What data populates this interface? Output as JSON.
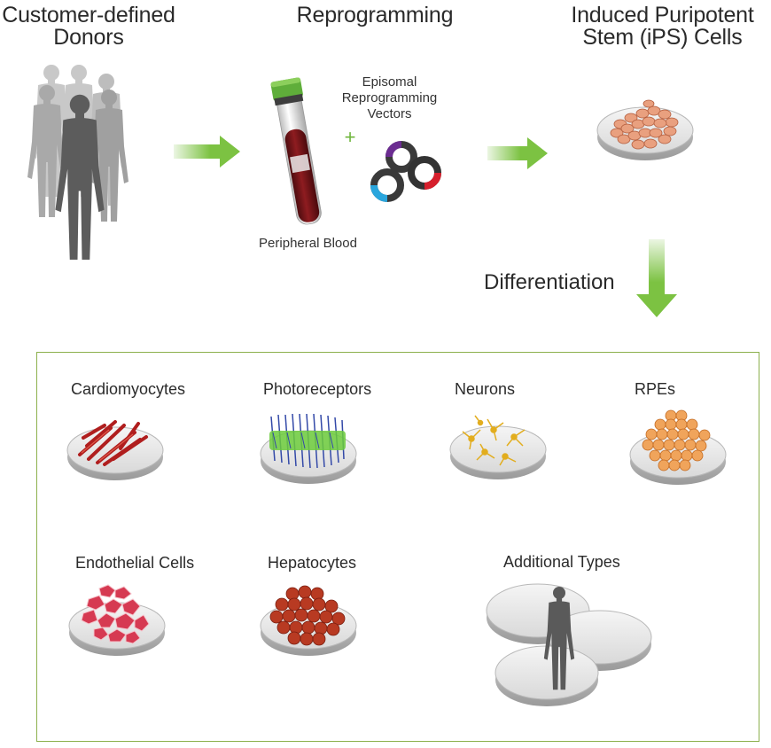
{
  "steps": {
    "donors_line1": "Customer-defined",
    "donors_line2": "Donors",
    "reprogramming": "Reprogramming",
    "ips_line1": "Induced Puripotent",
    "ips_line2": "Stem (iPS) Cells"
  },
  "inputs": {
    "vectors_line1": "Episomal",
    "vectors_line2": "Reprogramming",
    "vectors_line3": "Vectors",
    "plus": "+",
    "blood": "Peripheral Blood"
  },
  "differentiation": "Differentiation",
  "cell_types": {
    "cardio": "Cardiomyocytes",
    "photo": "Photoreceptors",
    "neurons": "Neurons",
    "rpe": "RPEs",
    "endo": "Endothelial Cells",
    "hepato": "Hepatocytes",
    "additional": "Additional Types"
  },
  "colors": {
    "arrow_green": "#7cc242",
    "panel_border": "#8cb04d",
    "blood": "#7a1418",
    "cap": "#5fae3a"
  }
}
